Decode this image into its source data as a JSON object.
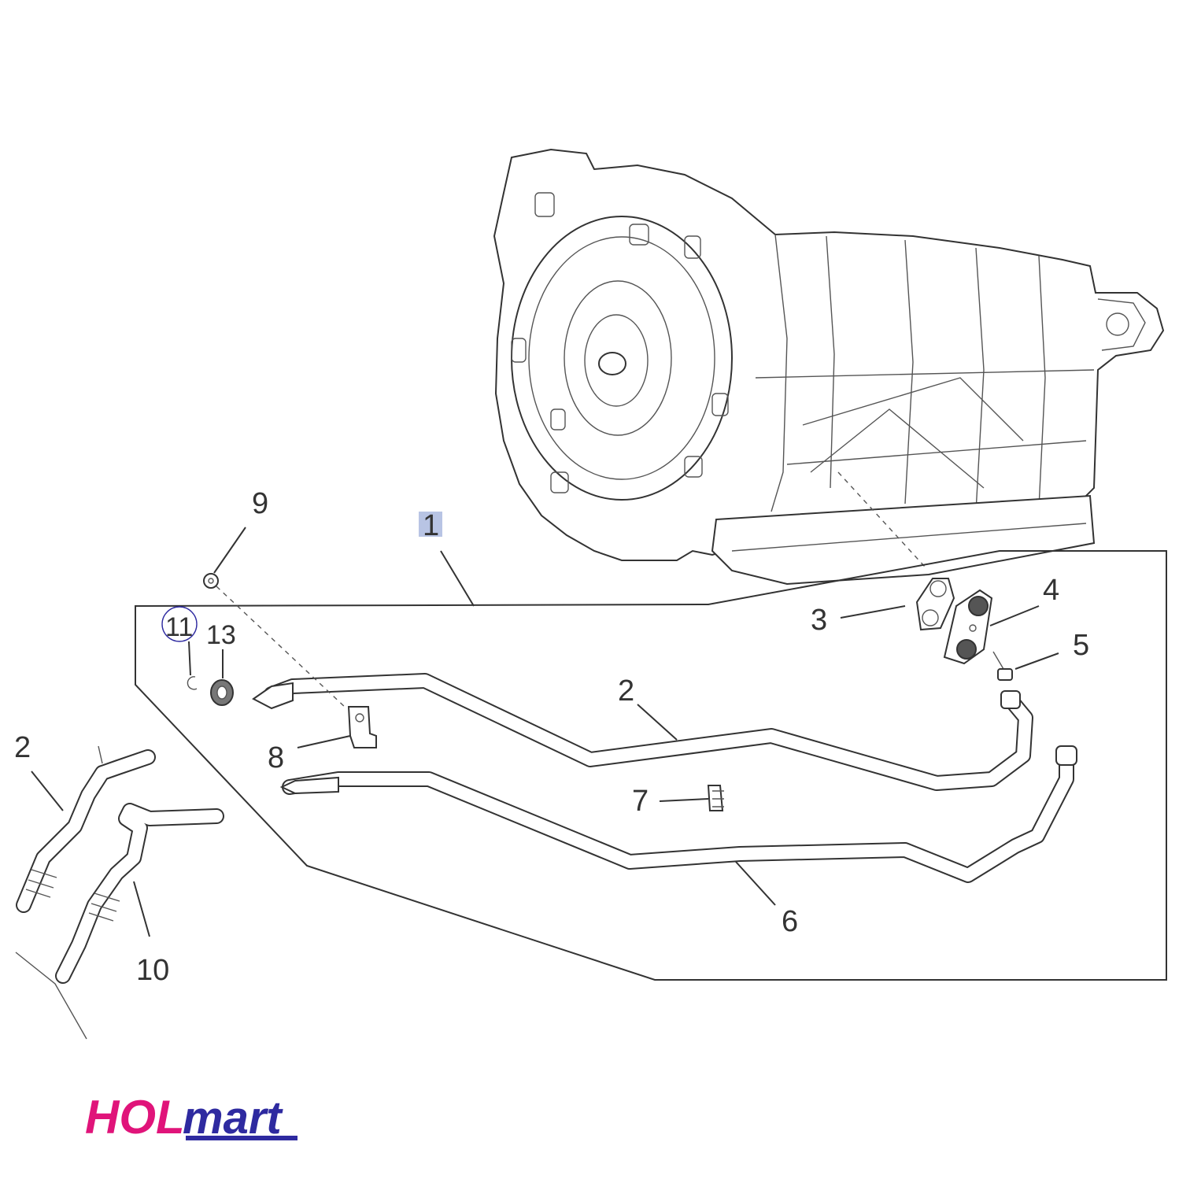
{
  "diagram": {
    "callouts": {
      "c1": "1",
      "c2_top": "2",
      "c2_left": "2",
      "c3": "3",
      "c4": "4",
      "c5": "5",
      "c6": "6",
      "c7": "7",
      "c8": "8",
      "c9": "9",
      "c10": "10",
      "c11": "11",
      "c13": "13"
    },
    "parts": [
      "transmission-assembly",
      "cooler-pipe-upper",
      "cooler-pipe-lower",
      "adapter-gasket",
      "cooler-line-connector",
      "bolt",
      "clip",
      "bracket",
      "nut",
      "hose",
      "retaining-ring",
      "seal"
    ]
  },
  "brand": {
    "logo_text": "HOLmart",
    "colors": {
      "hol": "#e0147a",
      "mart": "#2e2aa0",
      "highlight": "#b8c4e4"
    }
  }
}
